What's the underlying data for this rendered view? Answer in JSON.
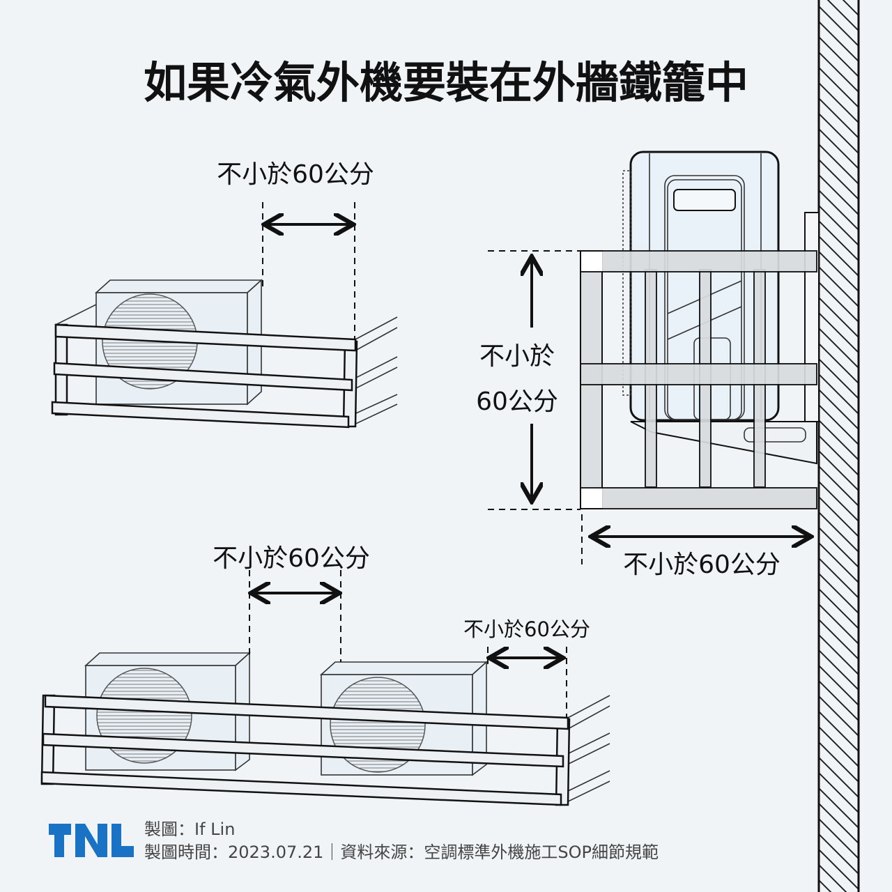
{
  "title": "如果冷氣外機要裝在外牆鐵籠中",
  "diagrams": {
    "single_unit": {
      "clearance_label": "不小於60公分"
    },
    "side_view": {
      "height_label_line1": "不小於",
      "height_label_line2": "60公分",
      "depth_label": "不小於60公分"
    },
    "double_unit": {
      "gap_label": "不小於60公分",
      "side_label": "不小於60公分"
    }
  },
  "footer": {
    "logo_text": "TNL",
    "credit": "製圖：If Lin",
    "meta": "製圖時間：2023.07.21｜資料來源：空調標準外機施工SOP細節規範"
  },
  "colors": {
    "background": "#f0f4f7",
    "logo": "#1a72c4",
    "ink": "#111111"
  }
}
